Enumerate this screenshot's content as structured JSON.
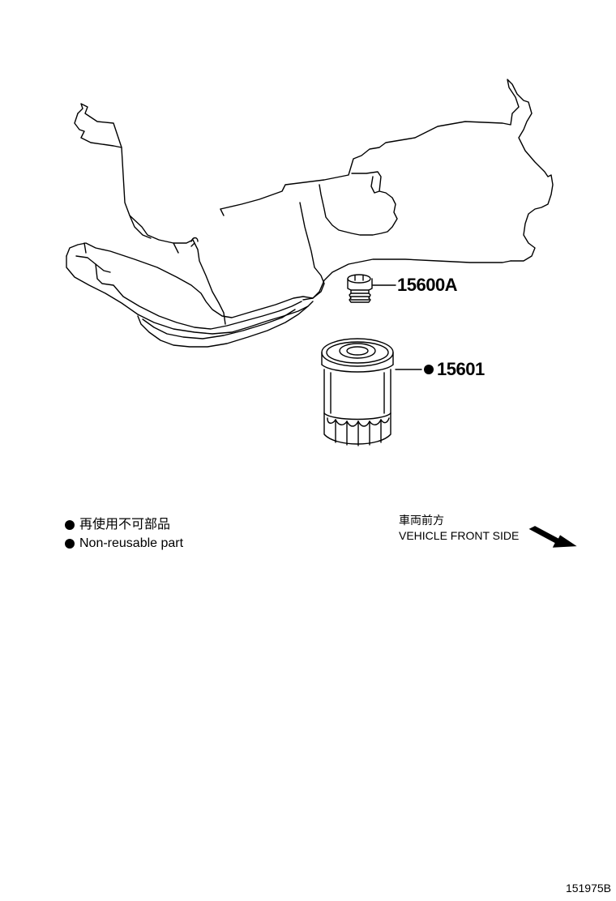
{
  "callouts": {
    "drain_plug": "15600A",
    "oil_filter": "15601"
  },
  "legend": {
    "non_reusable_jp": "再使用不可部品",
    "non_reusable_en": "Non-reusable part"
  },
  "direction": {
    "label_jp": "車両前方",
    "label_en": "VEHICLE FRONT SIDE"
  },
  "figure_number": "151975B"
}
